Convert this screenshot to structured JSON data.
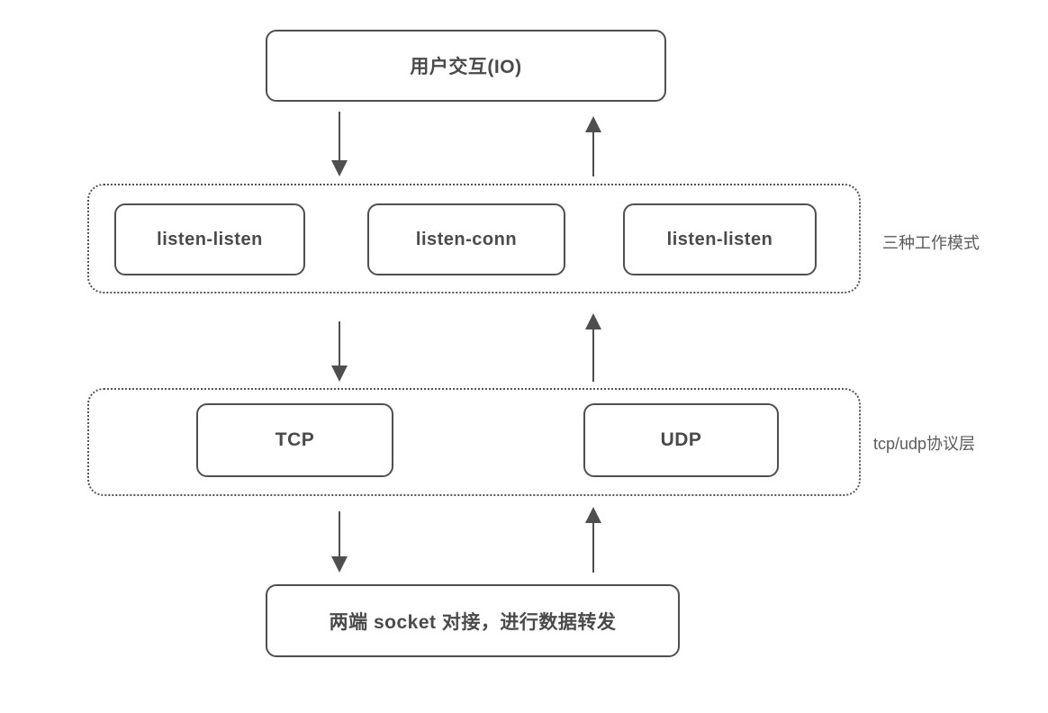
{
  "diagram": {
    "title_hint": "socket forwarding architecture diagram",
    "top_box": {
      "label": "用户交互(IO)"
    },
    "modes_layer": {
      "boxes": [
        "listen-listen",
        "listen-conn",
        "listen-listen"
      ],
      "side_label": "三种工作模式"
    },
    "protocol_layer": {
      "boxes": [
        "TCP",
        "UDP"
      ],
      "side_label": "tcp/udp协议层"
    },
    "bottom_box": {
      "label": "两端 socket 对接，进行数据转发"
    },
    "colors": {
      "stroke": "#4f4f4f",
      "dotted_border": "#555555",
      "text": "#4a4a4a",
      "side_label_text": "#5a5a5a",
      "background": "#ffffff"
    }
  }
}
